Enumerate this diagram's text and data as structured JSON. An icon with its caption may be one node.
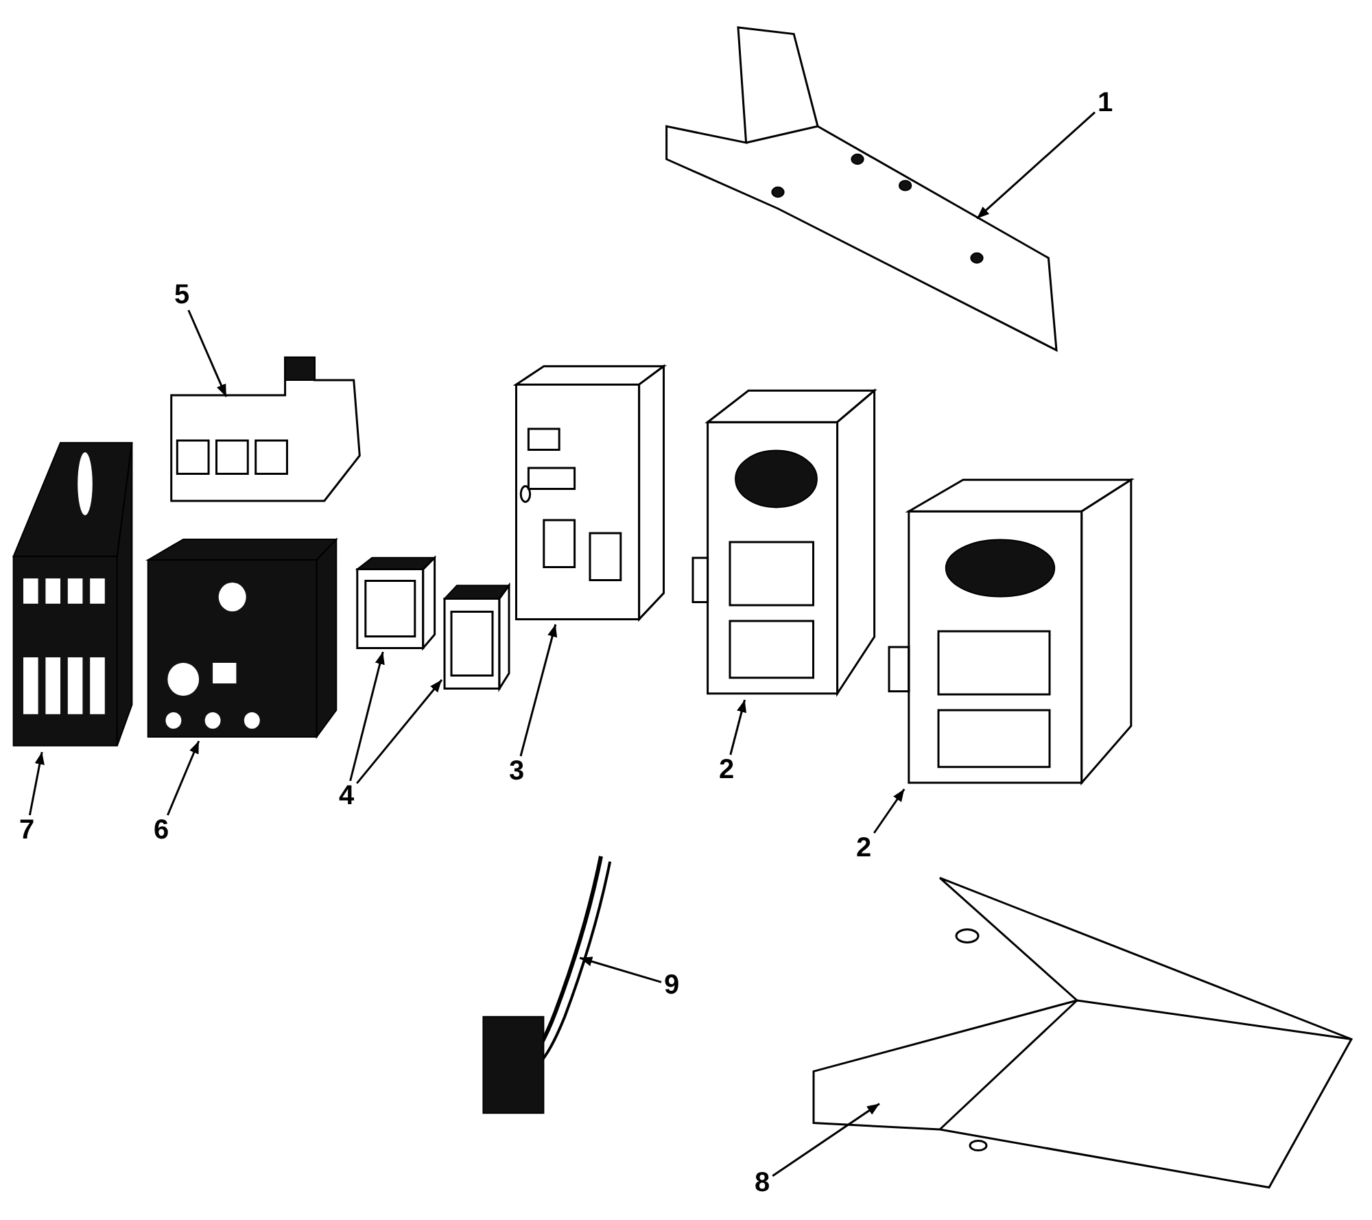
{
  "diagram": {
    "nodes": [
      {
        "text": [],
        "shape": "picture"
      },
      {
        "text": [],
        "shape": "picture"
      },
      {
        "text": [],
        "shape": "picture"
      },
      {
        "text": [],
        "shape": "picture"
      },
      {
        "text": [],
        "shape": "picture"
      },
      {
        "text": [],
        "shape": "picture"
      },
      {
        "text": [],
        "shape": "picture"
      },
      {
        "text": [],
        "shape": "picture"
      },
      {
        "text": [],
        "shape": "picture"
      },
      {
        "text": [],
        "shape": "picture"
      },
      {
        "text": [],
        "shape": "picture"
      },
      {
        "text": [
          "1"
        ]
      },
      {
        "text": [
          "2"
        ]
      },
      {
        "text": [
          "2"
        ]
      },
      {
        "text": [
          "3"
        ]
      },
      {
        "text": [
          "4"
        ]
      },
      {
        "text": [
          "5"
        ]
      },
      {
        "text": [
          "6"
        ]
      },
      {
        "text": [
          "7"
        ]
      },
      {
        "text": [
          "8"
        ]
      },
      {
        "text": [
          "9"
        ]
      }
    ],
    "edges": [
      {
        "from": 11,
        "to": 0,
        "arrow": "to"
      },
      {
        "from": 12,
        "to": 2,
        "arrow": "to"
      },
      {
        "from": 13,
        "to": 3,
        "arrow": "to"
      },
      {
        "from": 14,
        "to": 1,
        "arrow": "to"
      },
      {
        "from": 15,
        "to": 4,
        "arrow": "to"
      },
      {
        "from": 15,
        "to": 5,
        "arrow": "to"
      },
      {
        "from": 16,
        "to": 6,
        "arrow": "to"
      },
      {
        "from": 17,
        "to": 7,
        "arrow": "to"
      },
      {
        "from": 18,
        "to": 8,
        "arrow": "to"
      },
      {
        "from": 19,
        "to": 9,
        "arrow": "to"
      },
      {
        "from": 20,
        "to": 10,
        "arrow": "to"
      }
    ]
  }
}
